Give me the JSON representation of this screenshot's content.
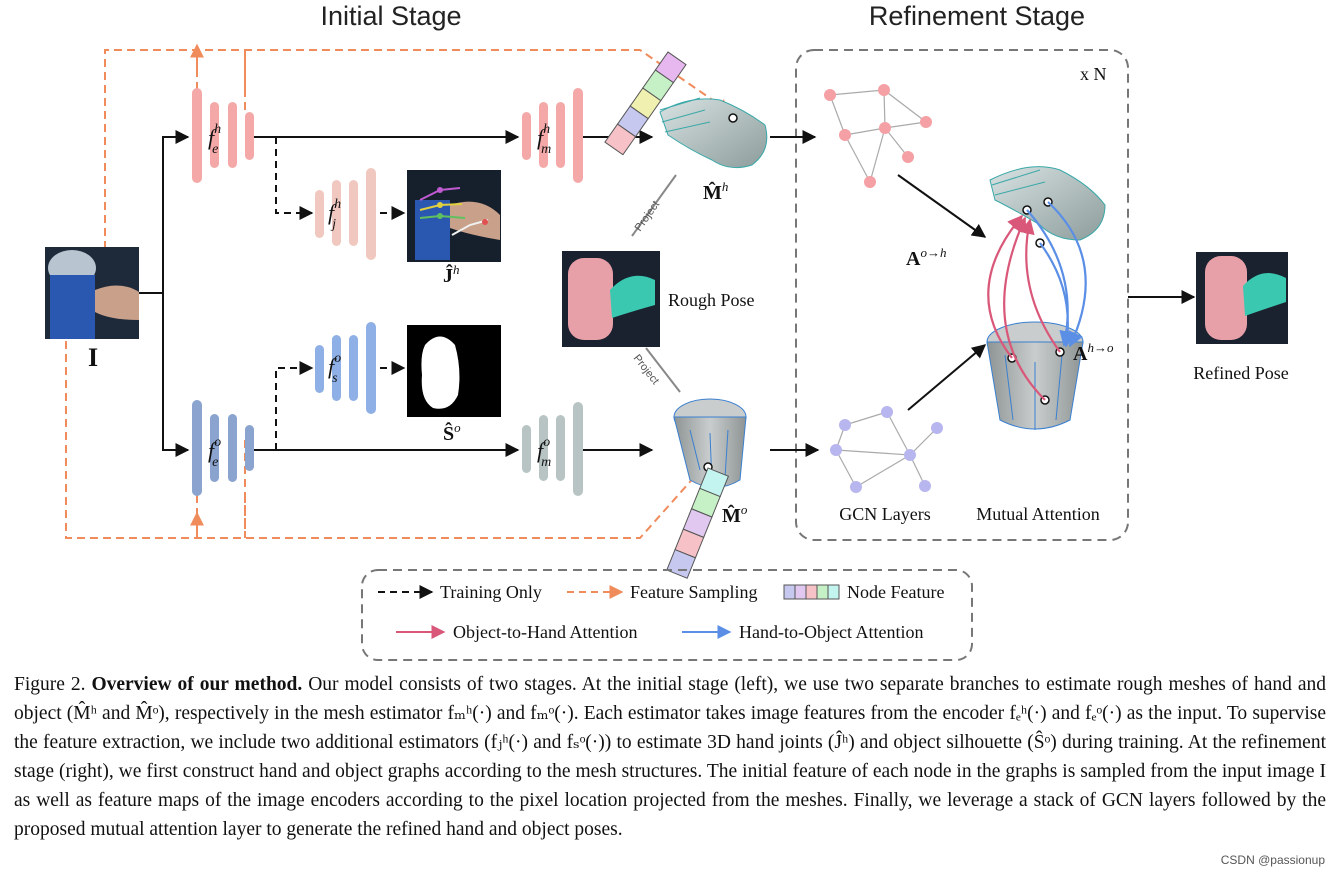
{
  "figure": {
    "initial_stage_title": "Initial Stage",
    "refinement_stage_title": "Refinement Stage",
    "repeat_label": "x N",
    "input_label": "I",
    "encoder_hand": {
      "base": "f",
      "sup": "h",
      "sub": "e"
    },
    "encoder_obj": {
      "base": "f",
      "sup": "o",
      "sub": "e"
    },
    "mesh_hand": {
      "base": "f",
      "sup": "h",
      "sub": "m"
    },
    "mesh_obj": {
      "base": "f",
      "sup": "o",
      "sub": "m"
    },
    "joint_est": {
      "base": "f",
      "sup": "h",
      "sub": "j"
    },
    "sil_est": {
      "base": "f",
      "sup": "o",
      "sub": "s"
    },
    "joints_label": "Ĵ",
    "joints_sup": "h",
    "sil_label": "Ŝ",
    "sil_sup": "o",
    "mesh_hand_label": "M̂",
    "mesh_hand_sup": "h",
    "mesh_obj_label": "M̂",
    "mesh_obj_sup": "o",
    "project_label": "Project",
    "rough_pose_label": "Rough Pose",
    "refined_pose_label": "Refined Pose",
    "gcn_label": "GCN Layers",
    "mutual_label": "Mutual Attention",
    "attn_o2h": "A",
    "attn_o2h_sup": "o→h",
    "attn_h2o": "A",
    "attn_h2o_sup": "h→o",
    "colors": {
      "hand": "#f4a9a8",
      "hand_light": "#f0c8c0",
      "object": "#8fb0e6",
      "object_dark": "#8aa3cf",
      "mesh_grey": "#b8c4c4",
      "feature_sampling": "#f08c5c",
      "o2h": "#d9587a",
      "h2o": "#5b8fe6",
      "graph_hand_node": "#f4a0a4",
      "graph_obj_node": "#b8b6ee"
    }
  },
  "legend": {
    "training_only": "Training Only",
    "feature_sampling": "Feature Sampling",
    "node_feature": "Node Feature",
    "o2h_attention": "Object-to-Hand Attention",
    "h2o_attention": "Hand-to-Object Attention"
  },
  "caption": {
    "prefix": "Figure 2. ",
    "title": "Overview of our method.",
    "body": " Our model consists of two stages. At the initial stage (left), we use two separate branches to estimate rough meshes of hand and object (M̂ʰ and M̂ᵒ), respectively in the mesh estimator fₘʰ(·) and fₘᵒ(·). Each estimator takes image features from the encoder fₑʰ(·) and fₑᵒ(·) as the input. To supervise the feature extraction, we include two additional estimators (fⱼʰ(·) and fₛᵒ(·)) to estimate 3D hand joints (Ĵʰ) and object silhouette (Ŝᵒ) during training. At the refinement stage (right), we first construct hand and object graphs according to the mesh structures. The initial feature of each node in the graphs is sampled from the input image I as well as feature maps of the image encoders according to the pixel location projected from the meshes. Finally, we leverage a stack of GCN layers followed by the proposed mutual attention layer to generate the refined hand and object poses."
  },
  "watermark": "CSDN @passionup"
}
